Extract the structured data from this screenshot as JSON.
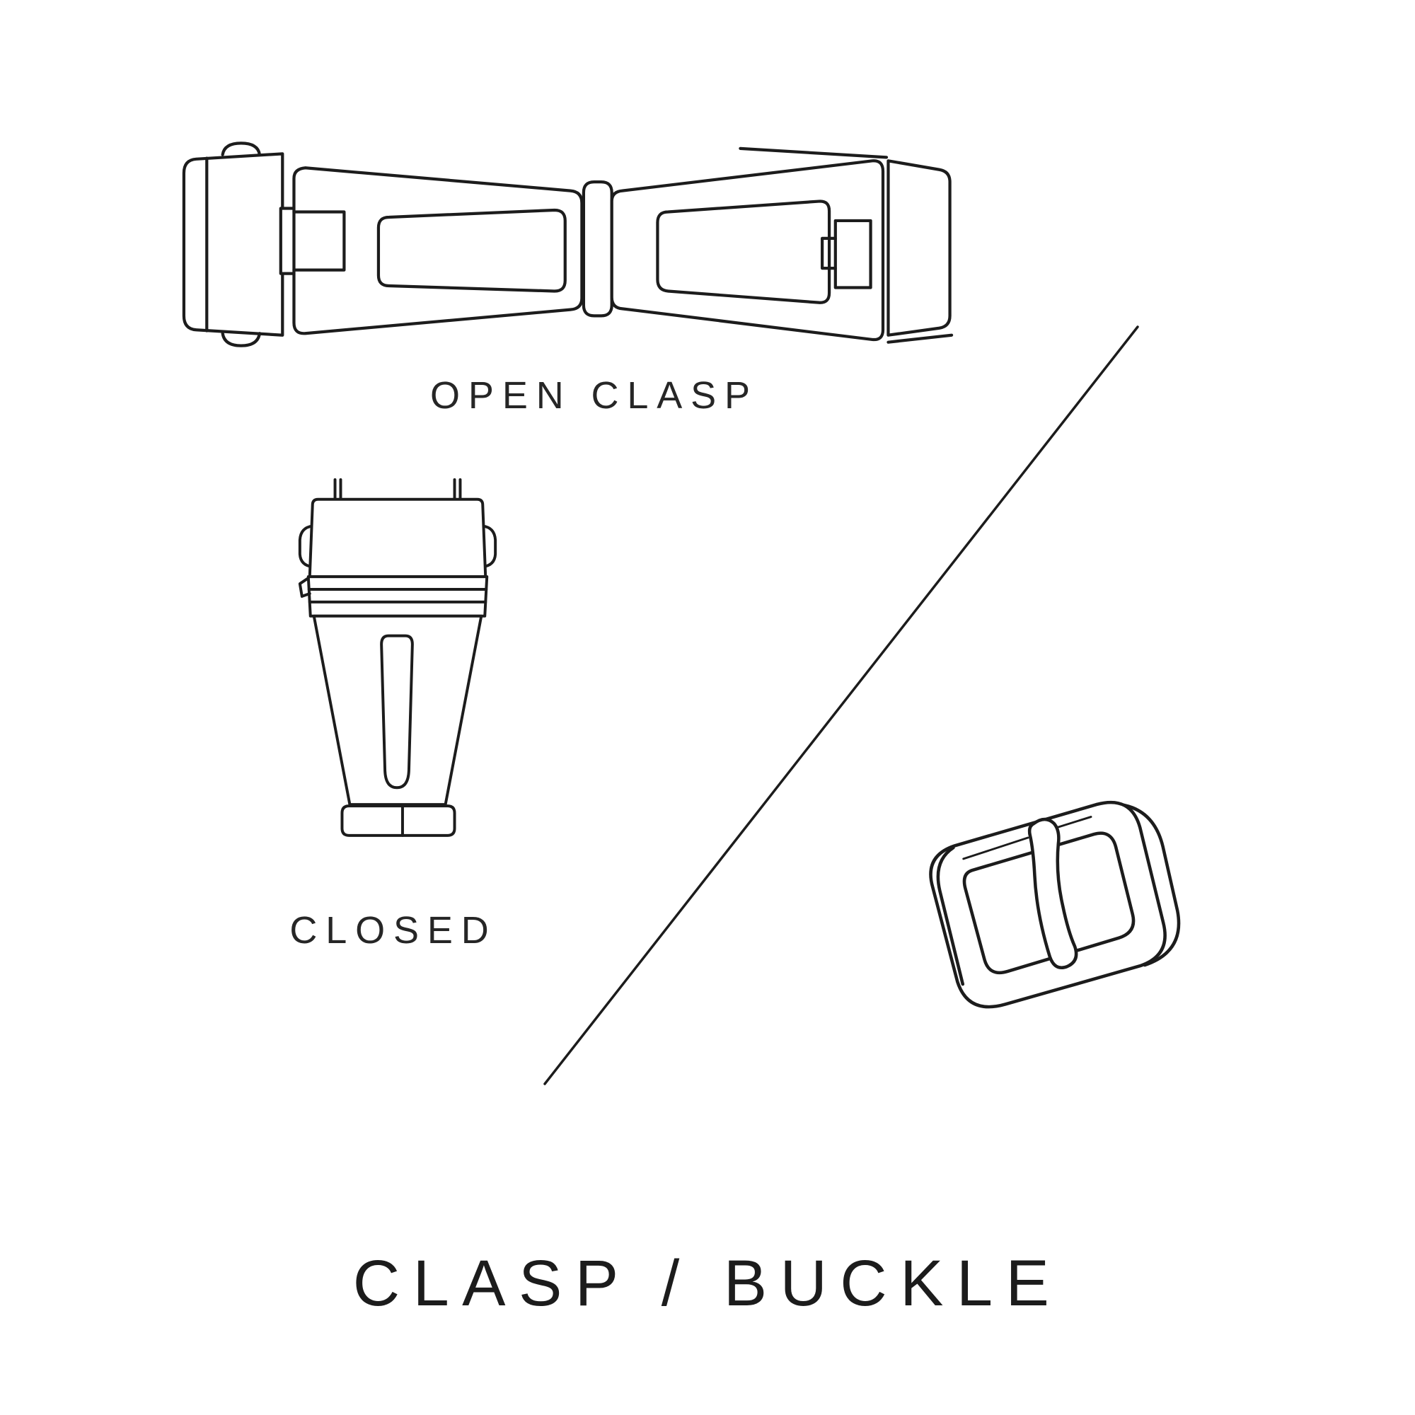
{
  "page": {
    "background_color": "#ffffff",
    "line_color": "#1c1c1c",
    "title": "CLASP / BUCKLE"
  },
  "figures": {
    "open_clasp": {
      "label": "OPEN CLASP",
      "icon": "open-clasp-illustration"
    },
    "closed_clasp": {
      "label": "CLOSED",
      "icon": "closed-clasp-illustration"
    },
    "buckle": {
      "icon": "tang-buckle-illustration"
    },
    "divider": {
      "icon": "diagonal-divider-line"
    }
  }
}
